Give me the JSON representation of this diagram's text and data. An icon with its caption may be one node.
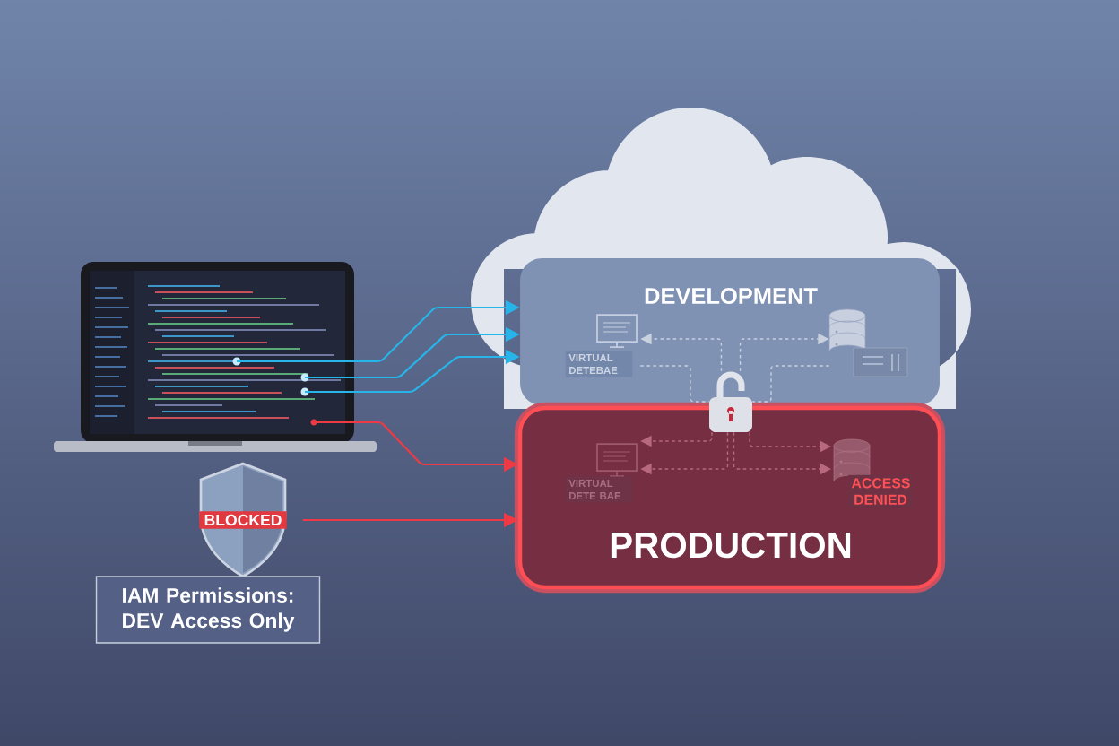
{
  "diagram": {
    "nodes": [
      {
        "text": [],
        "shape": "picture"
      },
      {
        "text": [
          "BLOCKED"
        ]
      },
      {
        "text": [
          "IAM Permissions: DEV Access Only"
        ]
      },
      {
        "text": [],
        "shape": "cloud"
      },
      {
        "text": [
          "DEVELOPMENT"
        ],
        "in": 3
      },
      {
        "text": [
          "VIRTUAL DETEBAE"
        ],
        "in": 4
      },
      {
        "text": [],
        "shape": "cylinder",
        "in": 4
      },
      {
        "text": [],
        "shape": "picture"
      },
      {
        "text": [
          "PRODUCTION"
        ]
      },
      {
        "text": [
          "VIRTUAL DETE BAE"
        ],
        "in": 8
      },
      {
        "text": [
          "ACCESS DENIED"
        ],
        "in": 8
      }
    ],
    "edges": [
      {
        "from": 0,
        "to": 4,
        "arrow": "to",
        "color": "#27b4e8"
      },
      {
        "from": 0,
        "to": 4,
        "arrow": "to",
        "color": "#27b4e8"
      },
      {
        "from": 0,
        "to": 4,
        "arrow": "to",
        "color": "#27b4e8"
      },
      {
        "from": 0,
        "to": 8,
        "arrow": "to",
        "color": "#ef3a45"
      },
      {
        "from": 1,
        "to": 8,
        "arrow": "to",
        "color": "#ef3a45"
      },
      {
        "from": 7,
        "to": 5,
        "arrow": "to",
        "style": "dashed",
        "color": "#c9d1df"
      },
      {
        "from": 7,
        "to": 6,
        "arrow": "to",
        "style": "dashed",
        "color": "#c9d1df"
      },
      {
        "from": 5,
        "to": 7,
        "arrow": "none",
        "style": "dashed",
        "color": "#c9d1df"
      },
      {
        "from": 6,
        "to": 7,
        "arrow": "none",
        "style": "dashed",
        "color": "#c9d1df"
      },
      {
        "from": 7,
        "to": 9,
        "arrow": "to",
        "style": "dashed",
        "color": "#b8697e"
      },
      {
        "from": 7,
        "to": 9,
        "arrow": "to",
        "style": "dashed",
        "color": "#b8697e"
      },
      {
        "from": 7,
        "to": 10,
        "arrow": "to",
        "style": "dashed",
        "color": "#b8697e"
      },
      {
        "from": 7,
        "to": 10,
        "arrow": "to",
        "style": "dashed",
        "color": "#b8697e"
      }
    ]
  }
}
